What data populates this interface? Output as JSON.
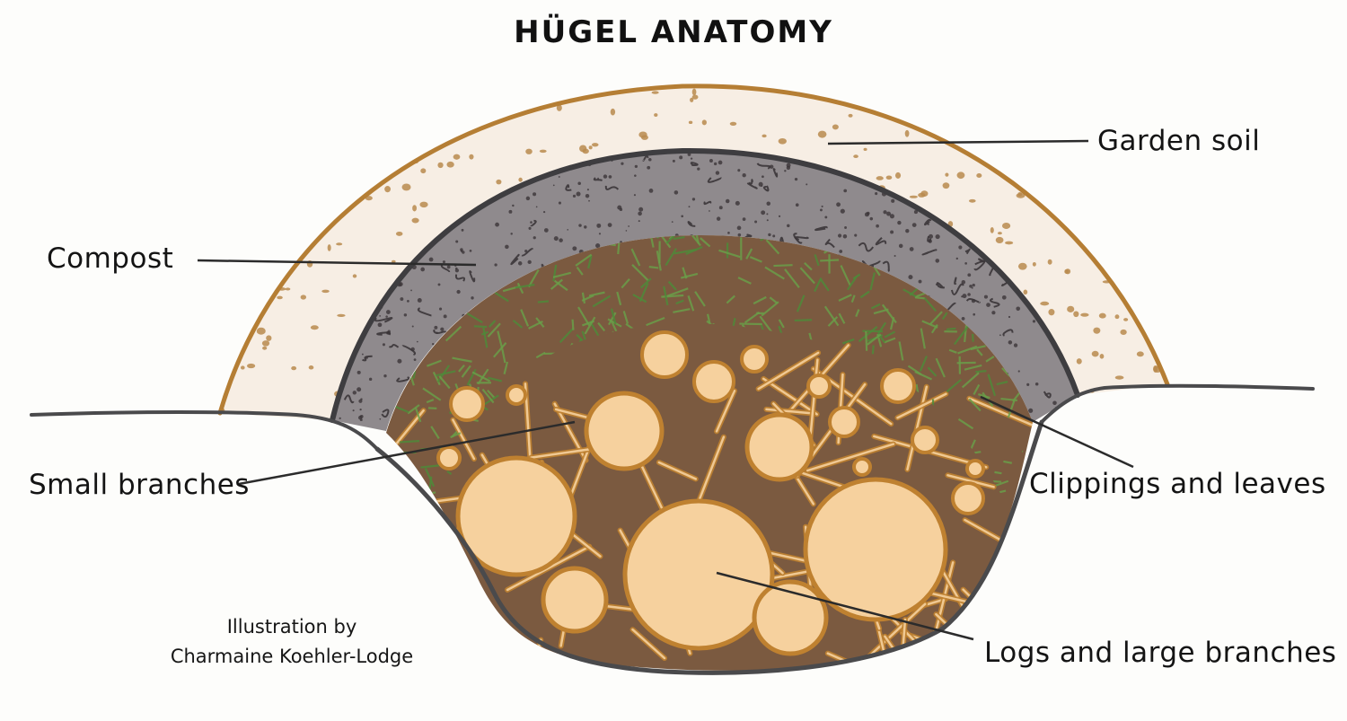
{
  "title": "HÜGEL ANATOMY",
  "labels": {
    "garden_soil": "Garden soil",
    "compost": "Compost",
    "small_branches": "Small branches",
    "clippings_leaves": "Clippings and leaves",
    "logs": "Logs and large branches"
  },
  "credit": {
    "line1": "Illustration by",
    "line2": "Charmaine Koehler-Lodge"
  },
  "colors": {
    "soil_outline": "#b57e34",
    "soil_speckle": "#b98a4d",
    "compost": "#3b3538",
    "clippings": "#6a9e49",
    "log_fill": "#f6d19e",
    "log_outline": "#bf8130",
    "dirt": "#6a4a34",
    "outline": "#4a4a4c"
  }
}
